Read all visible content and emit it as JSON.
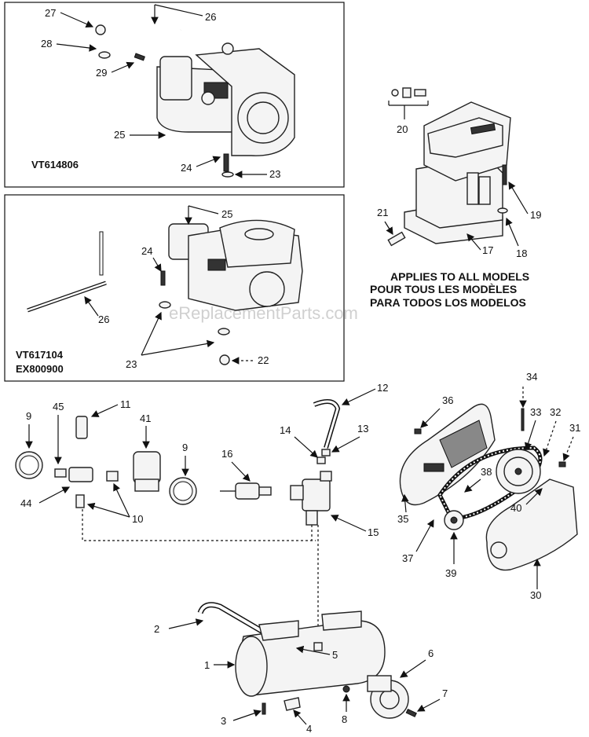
{
  "watermark": "eReplacementParts.com",
  "panel_top": {
    "model": "VT614806"
  },
  "panel_mid": {
    "model_1": "VT617104",
    "model_2": "EX800900"
  },
  "applies_text": [
    "APPLIES TO ALL MODELS",
    "POUR TOUS LES MODÈLES",
    "PARA TODOS LOS MODELOS"
  ],
  "labels": {
    "p1": "1",
    "p2": "2",
    "p3": "3",
    "p4": "4",
    "p5": "5",
    "p6": "6",
    "p7": "7",
    "p8": "8",
    "p9a": "9",
    "p9b": "9",
    "p10": "10",
    "p11": "11",
    "p12": "12",
    "p13": "13",
    "p14": "14",
    "p15": "15",
    "p16": "16",
    "p17": "17",
    "p18": "18",
    "p19": "19",
    "p20": "20",
    "p21": "21",
    "p22": "22",
    "p23a": "23",
    "p23b": "23",
    "p24a": "24",
    "p24b": "24",
    "p25a": "25",
    "p25b": "25",
    "p26a": "26",
    "p26b": "26",
    "p27": "27",
    "p28": "28",
    "p29": "29",
    "p30": "30",
    "p31": "31",
    "p32": "32",
    "p33": "33",
    "p34": "34",
    "p35": "35",
    "p36": "36",
    "p37": "37",
    "p38": "38",
    "p39": "39",
    "p40": "40",
    "p41": "41",
    "p44": "44",
    "p45": "45"
  }
}
